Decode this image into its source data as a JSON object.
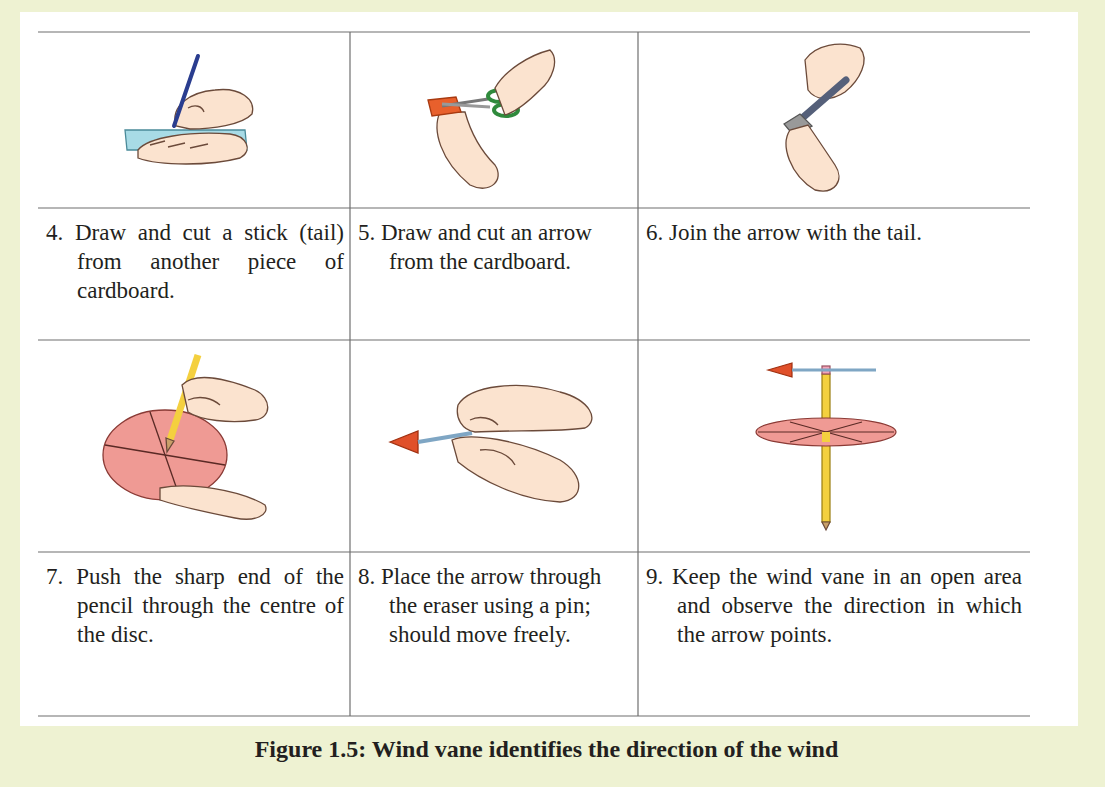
{
  "diagram": {
    "caption": "Figure 1.5: Wind vane identifies the direction of the wind",
    "labels": [
      "4. Draw and cut a stick (tail) from another piece of cardboard.",
      "5. Draw and cut an arrow from the cardboard.",
      "6. Join the arrow with the tail.",
      "7. Push the sharp end of the pencil through the centre of the disc.",
      "8. Place the arrow through the eraser using a pin; should move freely.",
      "9. Keep the wind vane in an open area and observe the direction in which the arrow points."
    ]
  }
}
